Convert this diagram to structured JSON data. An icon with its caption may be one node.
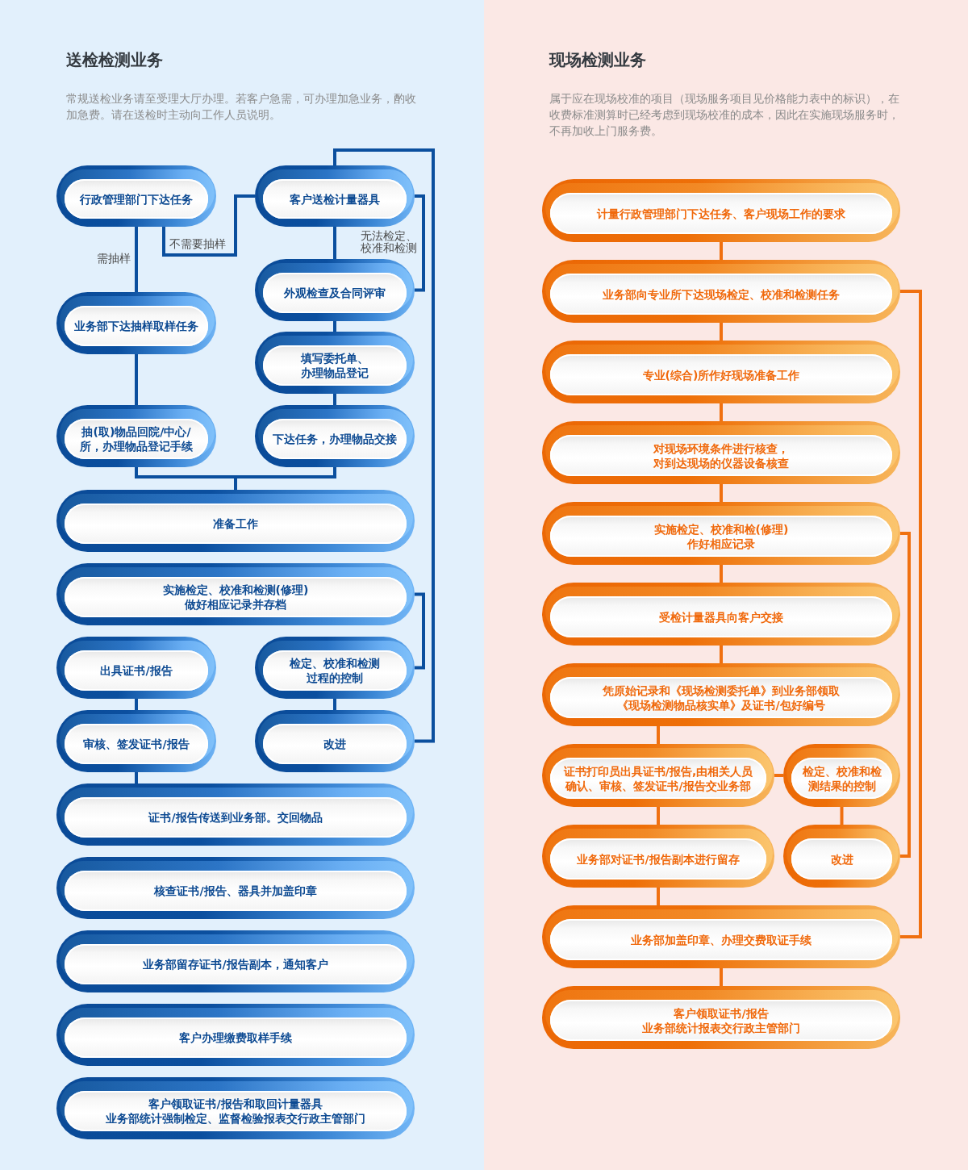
{
  "diagram": {
    "nodes": [
      {
        "text": [
          "送检检测业务",
          "常规送检业务请至受理大厅办理。若客户急需，可办理加急业务，酌收加急费。请在送检时主动向工作人员说明。"
        ]
      },
      {
        "text": [
          "行政管理部门下达任务"
        ],
        "in": 0
      },
      {
        "text": [
          "客户送检计量器具"
        ],
        "in": 0
      },
      {
        "text": [
          "外观检查及合同评审"
        ],
        "in": 0
      },
      {
        "text": [
          "业务部下达抽样取样任务"
        ],
        "in": 0
      },
      {
        "text": [
          "填写委托单、办理物品登记"
        ],
        "in": 0
      },
      {
        "text": [
          "抽(取)物品回院/中心/所，办理物品登记手续"
        ],
        "in": 0
      },
      {
        "text": [
          "下达任务，办理物品交接"
        ],
        "in": 0
      },
      {
        "text": [
          "准备工作"
        ],
        "in": 0
      },
      {
        "text": [
          "实施检定、校准和检测(修理)做好相应记录并存档"
        ],
        "in": 0
      },
      {
        "text": [
          "出具证书/报告"
        ],
        "in": 0
      },
      {
        "text": [
          "检定、校准和检测过程的控制"
        ],
        "in": 0
      },
      {
        "text": [
          "审核、签发证书/报告"
        ],
        "in": 0
      },
      {
        "text": [
          "改进"
        ],
        "in": 0
      },
      {
        "text": [
          "证书/报告传送到业务部。交回物品"
        ],
        "in": 0
      },
      {
        "text": [
          "核查证书/报告、器具并加盖印章"
        ],
        "in": 0
      },
      {
        "text": [
          "业务部留存证书/报告副本，通知客户"
        ],
        "in": 0
      },
      {
        "text": [
          "客户办理缴费取样手续"
        ],
        "in": 0
      },
      {
        "text": [
          "客户领取证书/报告和取回计量器具业务部统计强制检定、监督检验报表交行政主管部门"
        ],
        "in": 0
      },
      {
        "text": [
          "现场检测业务",
          "属于应在现场校准的项目（现场服务项目见价格能力表中的标识），在收费标准测算时已经考虑到现场校准的成本，因此在实施现场服务时，不再加收上门服务费。"
        ]
      },
      {
        "text": [
          "计量行政管理部门下达任务、客户现场工作的要求"
        ],
        "in": 19
      },
      {
        "text": [
          "业务部向专业所下达现场检定、校准和检测任务"
        ],
        "in": 19
      },
      {
        "text": [
          "专业(综合)所作好现场准备工作"
        ],
        "in": 19
      },
      {
        "text": [
          "对现场环境条件进行核查，对到达现场的仪器设备核查"
        ],
        "in": 19
      },
      {
        "text": [
          "实施检定、校准和检(修理)作好相应记录"
        ],
        "in": 19
      },
      {
        "text": [
          "受检计量器具向客户交接"
        ],
        "in": 19
      },
      {
        "text": [
          "凭原始记录和《现场检测委托单》到业务部领取《现场检测物品核实单》及证书/包好编号"
        ],
        "in": 19
      },
      {
        "text": [
          "证书打印员出具证书/报告,由相关人员确认、审核、签发证书/报告交业务部"
        ],
        "in": 19
      },
      {
        "text": [
          "检定、校准和检测结果的控制"
        ],
        "in": 19
      },
      {
        "text": [
          "业务部对证书/报告副本进行留存"
        ],
        "in": 19
      },
      {
        "text": [
          "改进"
        ],
        "in": 19
      },
      {
        "text": [
          "业务部加盖印章、办理交费取证手续"
        ],
        "in": 19
      },
      {
        "text": [
          "客户领取证书/报告业务部统计报表交行政主管部门"
        ],
        "in": 19
      }
    ],
    "edges": [
      {
        "from": 1,
        "to": 4,
        "arrow": "none",
        "label": "需抽样"
      },
      {
        "from": 1,
        "to": 2,
        "arrow": "none",
        "label": "不需要抽样"
      },
      {
        "from": 2,
        "to": 3,
        "arrow": "none"
      },
      {
        "from": 2,
        "to": 3,
        "arrow": "none",
        "label": "无法检定、校准和检测"
      },
      {
        "from": 3,
        "to": 5,
        "arrow": "none"
      },
      {
        "from": 4,
        "to": 6,
        "arrow": "none"
      },
      {
        "from": 5,
        "to": 7,
        "arrow": "none"
      },
      {
        "from": 6,
        "to": 8,
        "arrow": "none"
      },
      {
        "from": 7,
        "to": 8,
        "arrow": "none"
      },
      {
        "from": 9,
        "to": 11,
        "arrow": "none"
      },
      {
        "from": 10,
        "to": 12,
        "arrow": "none"
      },
      {
        "from": 11,
        "to": 13,
        "arrow": "none"
      },
      {
        "from": 12,
        "to": 14,
        "arrow": "none"
      },
      {
        "from": 13,
        "to": 2,
        "arrow": "none"
      },
      {
        "from": 20,
        "to": 21,
        "arrow": "none",
        "color": "#f07010"
      },
      {
        "from": 21,
        "to": 22,
        "arrow": "none",
        "color": "#f07010"
      },
      {
        "from": 22,
        "to": 23,
        "arrow": "none",
        "color": "#f07010"
      },
      {
        "from": 23,
        "to": 24,
        "arrow": "none",
        "color": "#f07010"
      },
      {
        "from": 24,
        "to": 25,
        "arrow": "none",
        "color": "#f07010"
      },
      {
        "from": 25,
        "to": 26,
        "arrow": "none",
        "color": "#f07010"
      },
      {
        "from": 26,
        "to": 27,
        "arrow": "none",
        "color": "#f07010"
      },
      {
        "from": 27,
        "to": 28,
        "arrow": "none",
        "color": "#f07010"
      },
      {
        "from": 27,
        "to": 29,
        "arrow": "none",
        "color": "#f07010"
      },
      {
        "from": 28,
        "to": 30,
        "arrow": "none",
        "color": "#f07010"
      },
      {
        "from": 29,
        "to": 31,
        "arrow": "none",
        "color": "#f07010"
      },
      {
        "from": 31,
        "to": 32,
        "arrow": "none",
        "color": "#f07010"
      },
      {
        "from": 21,
        "to": 31,
        "arrow": "none",
        "color": "#f07010"
      },
      {
        "from": 24,
        "to": 30,
        "arrow": "none",
        "color": "#f07010"
      }
    ]
  }
}
